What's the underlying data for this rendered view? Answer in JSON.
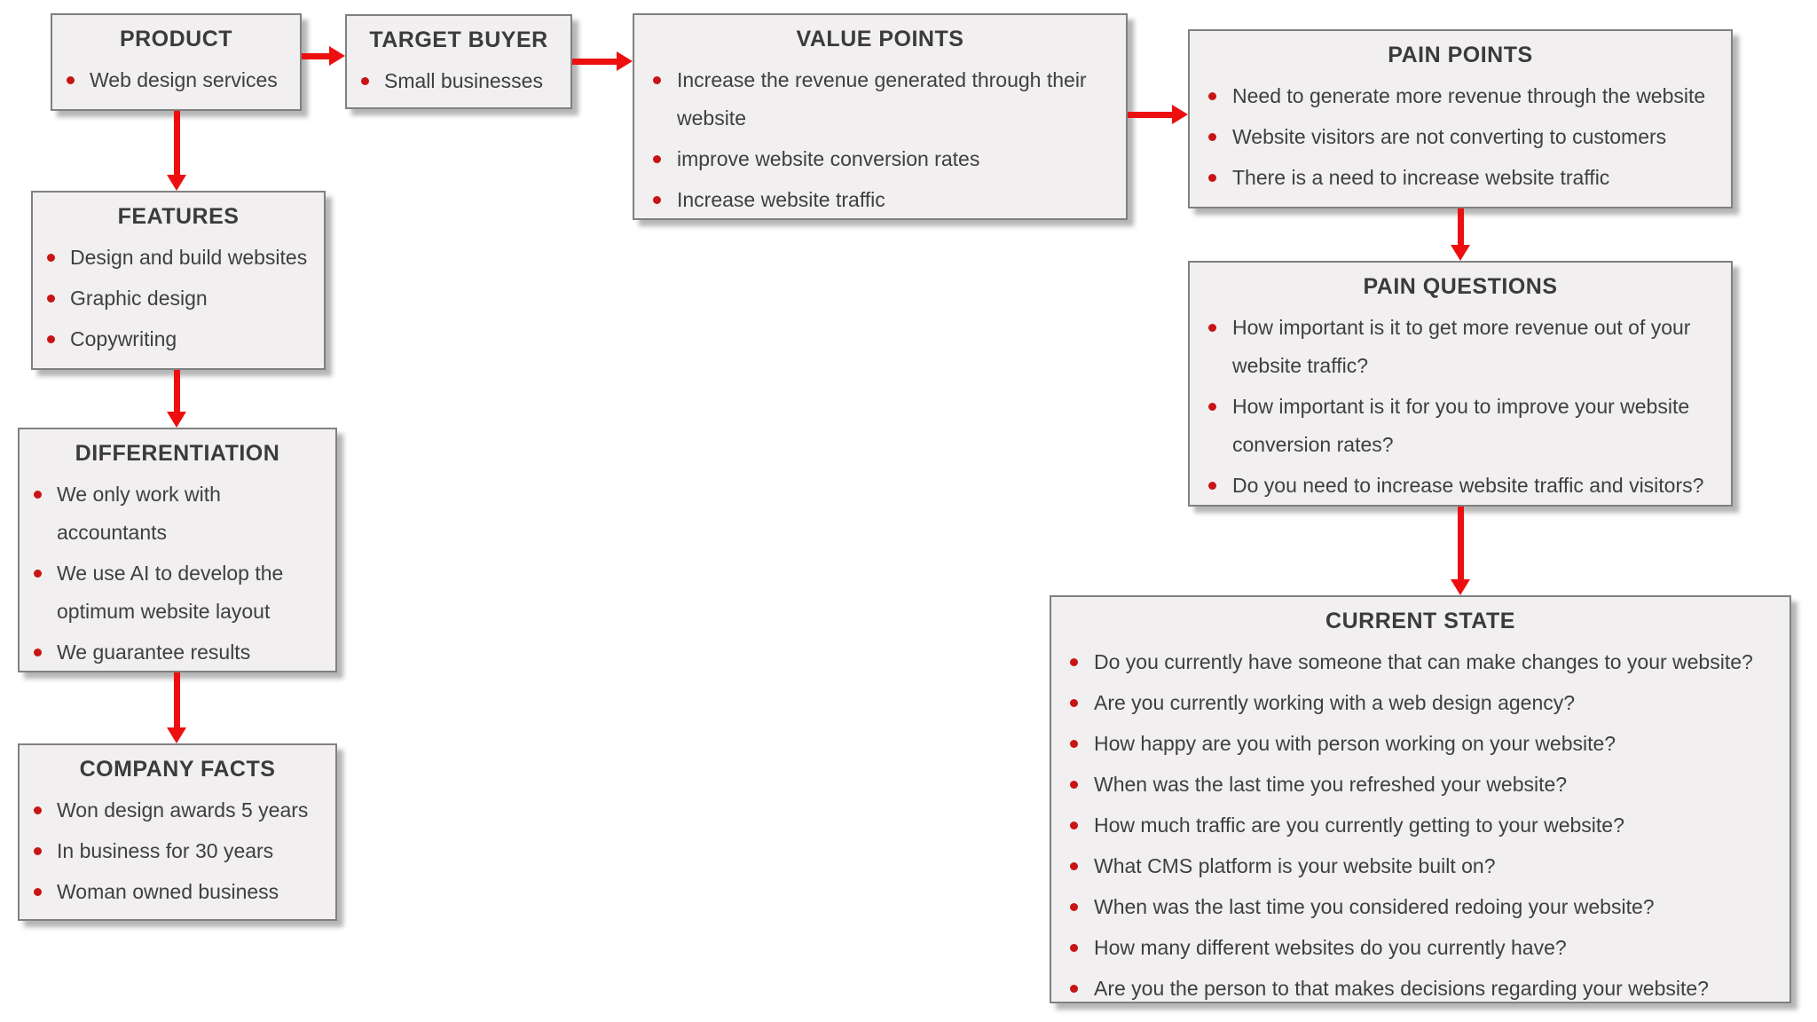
{
  "boxes": {
    "product": {
      "title": "PRODUCT",
      "items": [
        "Web design services"
      ]
    },
    "target_buyer": {
      "title": "TARGET BUYER",
      "items": [
        "Small businesses"
      ]
    },
    "value_points": {
      "title": "VALUE POINTS",
      "items": [
        "Increase the revenue generated through their website",
        "improve website conversion rates",
        "Increase website traffic"
      ]
    },
    "pain_points": {
      "title": "PAIN POINTS",
      "items": [
        "Need to generate more revenue through the website",
        "Website visitors are not converting to customers",
        "There is a need to increase website traffic"
      ]
    },
    "features": {
      "title": "FEATURES",
      "items": [
        "Design and build websites",
        "Graphic design",
        "Copywriting"
      ]
    },
    "differentiation": {
      "title": "DIFFERENTIATION",
      "items": [
        "We only work with accountants",
        "We use AI to develop the optimum website layout",
        "We guarantee results"
      ]
    },
    "company_facts": {
      "title": "COMPANY FACTS",
      "items": [
        "Won design awards 5 years",
        "In business for 30 years",
        "Woman owned business"
      ]
    },
    "pain_questions": {
      "title": "PAIN QUESTIONS",
      "items": [
        "How important is it to get more revenue out of your website traffic?",
        "How important is it for you to improve your website conversion rates?",
        "Do you need to increase website traffic and visitors?"
      ]
    },
    "current_state": {
      "title": "CURRENT STATE",
      "items": [
        "Do you currently have someone that can make changes to your website?",
        "Are you currently working with a web design agency?",
        "How happy are you with person working on your website?",
        "When was the last time you refreshed your website?",
        "How much traffic are you currently getting to your website?",
        "What CMS platform is your website built on?",
        "When was the last time you considered redoing your website?",
        "How many different websites do you currently have?",
        "Are you the person to that makes decisions regarding your website?"
      ]
    }
  },
  "colors": {
    "arrow": "#ed0f0f",
    "box_fill": "#f1efef",
    "box_border": "#808080",
    "title_text": "#3b3b3b",
    "body_text": "#3f3f3f",
    "bullet": "#c81414"
  }
}
